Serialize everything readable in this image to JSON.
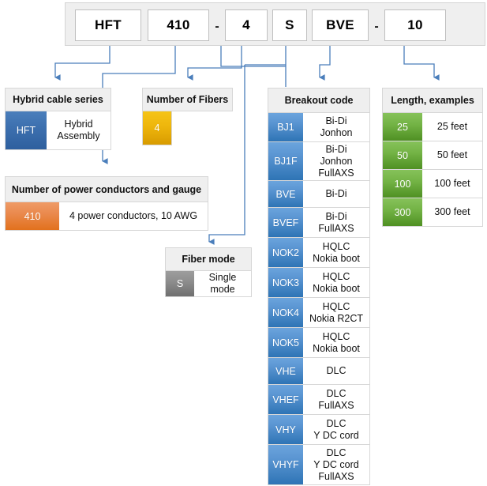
{
  "part_number": {
    "segments": [
      {
        "label": "HFT",
        "name": "series"
      },
      {
        "label": "410",
        "name": "power"
      },
      {
        "label": "4",
        "name": "fibers"
      },
      {
        "label": "S",
        "name": "fiber-mode"
      },
      {
        "label": "BVE",
        "name": "breakout"
      },
      {
        "label": "10",
        "name": "length"
      }
    ],
    "separator": "-"
  },
  "cards": {
    "hybrid_cable_series": {
      "title": "Hybrid cable series",
      "rows": [
        {
          "code": "HFT",
          "desc": "Hybrid\nAssembly"
        }
      ]
    },
    "number_of_fibers": {
      "title": "Number of Fibers",
      "rows": [
        {
          "code": "4",
          "desc": ""
        }
      ]
    },
    "power_conductors": {
      "title": "Number of power conductors and gauge",
      "rows": [
        {
          "code": "410",
          "desc": "4 power conductors, 10 AWG"
        }
      ]
    },
    "fiber_mode": {
      "title": "Fiber mode",
      "rows": [
        {
          "code": "S",
          "desc": "Single mode"
        }
      ]
    },
    "breakout_code": {
      "title": "Breakout code",
      "rows": [
        {
          "code": "BJ1",
          "desc": "Bi-Di\nJonhon"
        },
        {
          "code": "BJ1F",
          "desc": "Bi-Di\nJonhon\nFullAXS"
        },
        {
          "code": "BVE",
          "desc": "Bi-Di"
        },
        {
          "code": "BVEF",
          "desc": "Bi-Di\nFullAXS"
        },
        {
          "code": "NOK2",
          "desc": "HQLC\nNokia boot"
        },
        {
          "code": "NOK3",
          "desc": "HQLC\nNokia boot"
        },
        {
          "code": "NOK4",
          "desc": "HQLC\nNokia R2CT"
        },
        {
          "code": "NOK5",
          "desc": "HQLC\nNokia boot"
        },
        {
          "code": "VHE",
          "desc": "DLC"
        },
        {
          "code": "VHEF",
          "desc": "DLC\nFullAXS"
        },
        {
          "code": "VHY",
          "desc": "DLC\nY DC cord"
        },
        {
          "code": "VHYF",
          "desc": "DLC\nY DC cord\nFullAXS"
        }
      ]
    },
    "length_examples": {
      "title": "Length, examples",
      "rows": [
        {
          "code": "25",
          "desc": "25 feet"
        },
        {
          "code": "50",
          "desc": "50 feet"
        },
        {
          "code": "100",
          "desc": "100 feet"
        },
        {
          "code": "300",
          "desc": "300 feet"
        }
      ]
    }
  },
  "colors": {
    "connector": "#4a7ebb",
    "header_bg": "#efefef",
    "blue_dark": "#2e5f9e",
    "blue": "#2e74b5",
    "orange": "#e2711d",
    "gold": "#d89b00",
    "gray": "#6f6f6f",
    "green": "#4f9023"
  }
}
